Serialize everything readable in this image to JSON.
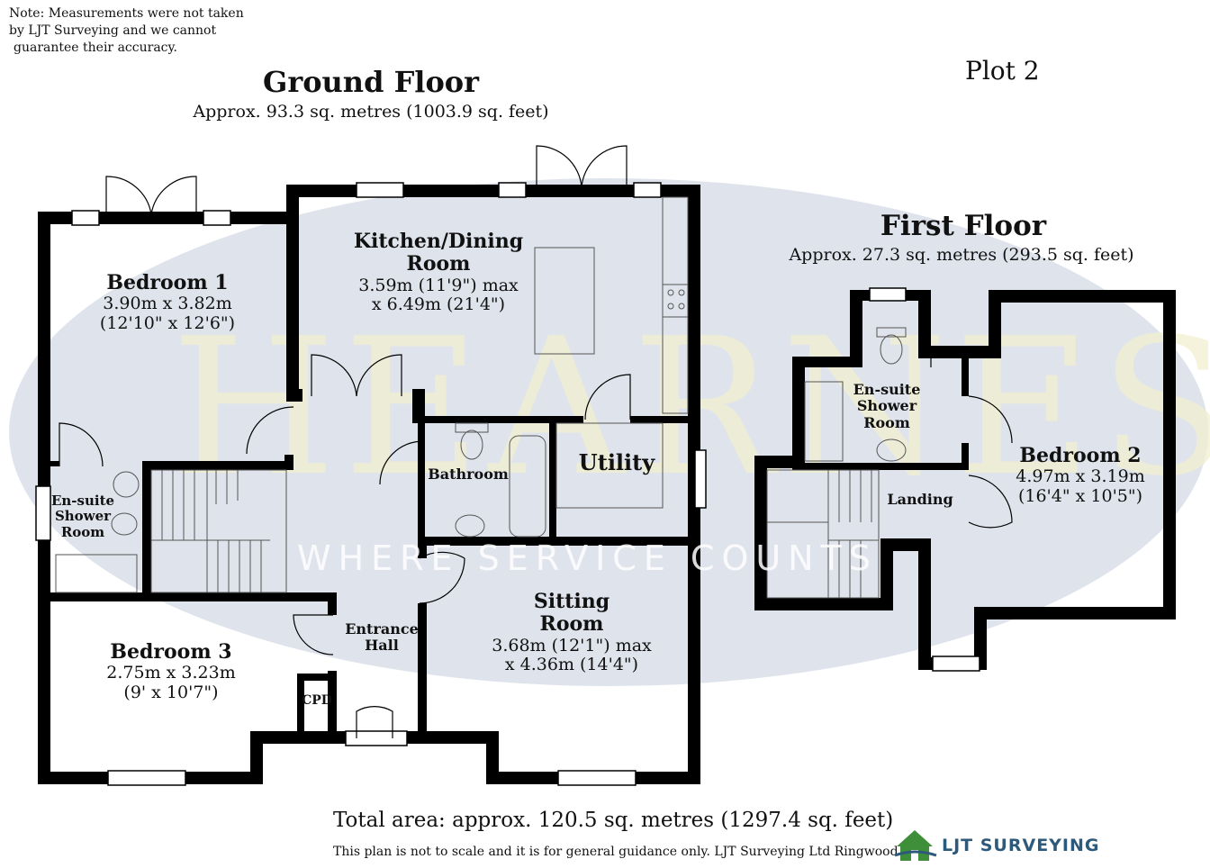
{
  "note": {
    "line1": "Note: Measurements were not taken",
    "line2": "by LJT Surveying and we cannot",
    "line3": "guarantee their accuracy."
  },
  "plot_label": "Plot 2",
  "watermark": {
    "name": "HEARNES",
    "tagline": "WHERE SERVICE COUNTS"
  },
  "ground_floor": {
    "title": "Ground Floor",
    "area": "Approx. 93.3 sq. metres (1003.9 sq. feet)",
    "rooms": {
      "bedroom1": {
        "name": "Bedroom 1",
        "dim1": "3.90m x 3.82m",
        "dim2": "(12'10\" x 12'6\")"
      },
      "kitchen": {
        "name1": "Kitchen/Dining",
        "name2": "Room",
        "dim1": "3.59m (11'9\") max",
        "dim2": "x 6.49m (21'4\")"
      },
      "bathroom": {
        "name": "Bathroom"
      },
      "utility": {
        "name": "Utility"
      },
      "ensuite": {
        "name1": "En-suite",
        "name2": "Shower",
        "name3": "Room"
      },
      "entrance": {
        "name1": "Entrance",
        "name2": "Hall"
      },
      "sitting": {
        "name1": "Sitting",
        "name2": "Room",
        "dim1": "3.68m (12'1\") max",
        "dim2": "x 4.36m (14'4\")"
      },
      "bedroom3": {
        "name": "Bedroom 3",
        "dim1": "2.75m x 3.23m",
        "dim2": "(9' x 10'7\")"
      },
      "cpd": {
        "name": "CPD"
      }
    }
  },
  "first_floor": {
    "title": "First Floor",
    "area": "Approx. 27.3 sq. metres (293.5 sq. feet)",
    "rooms": {
      "ensuite": {
        "name1": "En-suite",
        "name2": "Shower",
        "name3": "Room"
      },
      "bedroom2": {
        "name": "Bedroom 2",
        "dim1": "4.97m x 3.19m",
        "dim2": "(16'4\" x 10'5\")"
      },
      "landing": {
        "name": "Landing"
      }
    }
  },
  "total_area": "Total area: approx. 120.5 sq. metres (1297.4 sq. feet)",
  "disclaimer": "This plan is not to scale and it is for general guidance only. LJT Surveying Ltd Ringwood",
  "logo": {
    "text": "LJT SURVEYING"
  },
  "colors": {
    "wall": "#000000",
    "watermark_ellipse": "#dfe4ec",
    "logo_green": "#3f8f3a",
    "logo_blue": "#2d5a7a"
  }
}
